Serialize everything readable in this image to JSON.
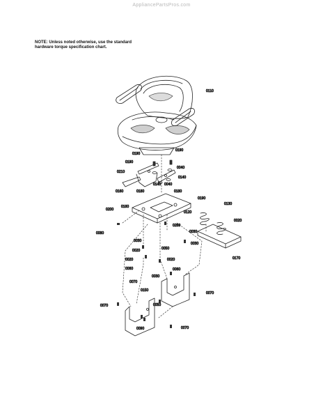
{
  "watermark": "AppliancePartsPros.com",
  "note": "NOTE: Unless noted otherwise, use the standard hardware torque specification chart.",
  "labels": [
    "0110",
    "0190",
    "0190",
    "0190",
    "0210",
    "0160",
    "0040",
    "0140",
    "0140",
    "0040",
    "0180",
    "0180",
    "0160",
    "0200",
    "0080",
    "0190",
    "0130",
    "0120",
    "0020",
    "0269",
    "0030",
    "0030",
    "0050",
    "0030",
    "0020",
    "0020",
    "0020",
    "0060",
    "0170",
    "0070",
    "0030",
    "0060",
    "0070",
    "0150",
    "0070",
    "0050",
    "0090",
    "0070"
  ]
}
